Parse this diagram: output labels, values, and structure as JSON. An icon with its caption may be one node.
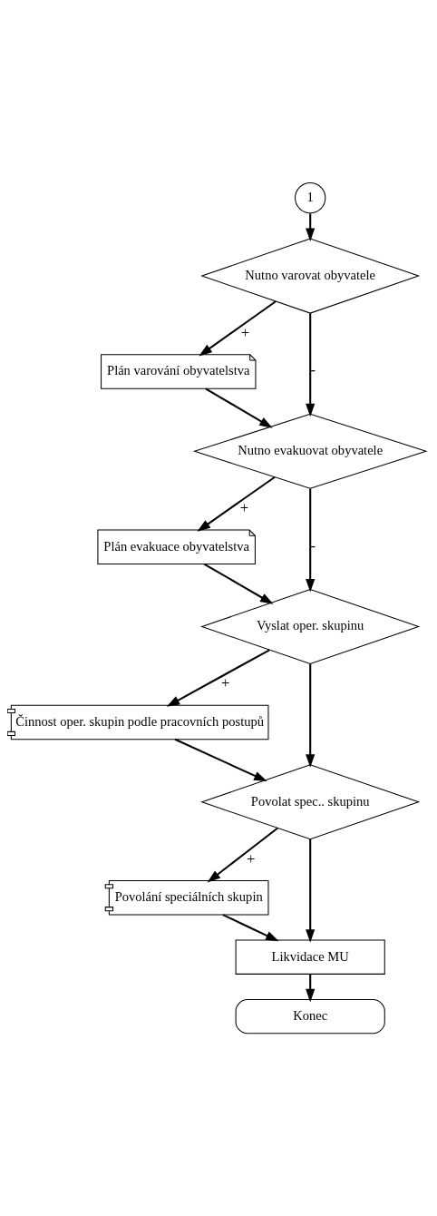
{
  "diagram": {
    "nodes": [
      {
        "text": [
          "1"
        ]
      },
      {
        "text": [
          "Nutno varovat obyvatele"
        ]
      },
      {
        "text": [
          "Plán varování obyvatelstva"
        ]
      },
      {
        "text": [
          "Nutno evakuovat obyvatele"
        ]
      },
      {
        "text": [
          "Plán evakuace obyvatelstva"
        ]
      },
      {
        "text": [
          "Vyslat oper. skupinu"
        ]
      },
      {
        "text": [
          "Činnost oper. skupin podle pracovních postupů"
        ]
      },
      {
        "text": [
          "Povolat spec.. skupinu"
        ]
      },
      {
        "text": [
          "Povolání speciálních skupin"
        ]
      },
      {
        "text": [
          "Likvidace MU"
        ]
      },
      {
        "text": [
          "Konec"
        ]
      }
    ],
    "edges": [
      {
        "from": 0,
        "to": 1,
        "arrow": "to"
      },
      {
        "from": 1,
        "to": 2,
        "arrow": "to",
        "label": "+"
      },
      {
        "from": 1,
        "to": 3,
        "arrow": "to",
        "label": "-"
      },
      {
        "from": 2,
        "to": 3,
        "arrow": "to"
      },
      {
        "from": 3,
        "to": 4,
        "arrow": "to",
        "label": "+"
      },
      {
        "from": 3,
        "to": 5,
        "arrow": "to",
        "label": "-"
      },
      {
        "from": 4,
        "to": 5,
        "arrow": "to"
      },
      {
        "from": 5,
        "to": 6,
        "arrow": "to",
        "label": "+"
      },
      {
        "from": 5,
        "to": 7,
        "arrow": "to"
      },
      {
        "from": 6,
        "to": 7,
        "arrow": "to"
      },
      {
        "from": 7,
        "to": 8,
        "arrow": "to",
        "label": "+"
      },
      {
        "from": 7,
        "to": 9,
        "arrow": "to"
      },
      {
        "from": 8,
        "to": 9,
        "arrow": "to"
      },
      {
        "from": 9,
        "to": 10,
        "arrow": "to"
      }
    ]
  }
}
